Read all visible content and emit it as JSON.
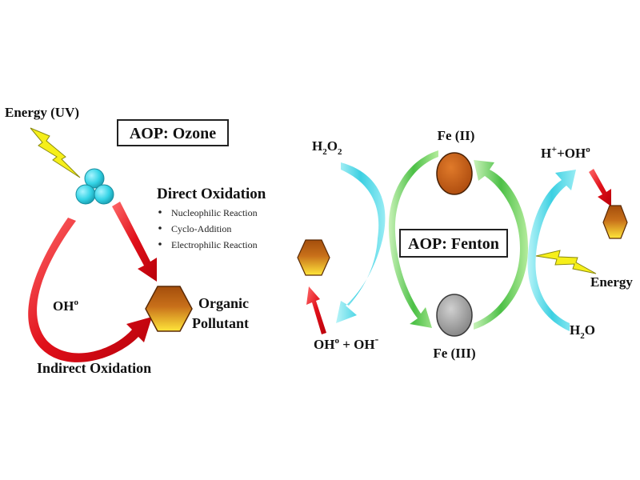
{
  "ozone": {
    "title": "AOP: Ozone",
    "energy_label": "Energy (UV)",
    "direct_title": "Direct Oxidation",
    "direct_items": [
      "Nucleophilic Reaction",
      "Cyclo-Addition",
      "Electrophilic Reaction"
    ],
    "radical_label": "OH",
    "radical_sup": "o",
    "pollutant_line1": "Organic",
    "pollutant_line2": "Pollutant",
    "indirect_label": "Indirect Oxidation"
  },
  "fenton": {
    "title": "AOP: Fenton",
    "h2o2_main": "H",
    "h2o2_sub1": "2",
    "h2o2_mid": "O",
    "h2o2_sub2": "2",
    "fe2": "Fe (II)",
    "fe3": "Fe (III)",
    "hplus_h": "H",
    "hplus_sup": "+",
    "hplus_rest": "+OH",
    "hplus_sup2": "o",
    "energy_label": "Energy",
    "h2o_main": "H",
    "h2o_sub": "2",
    "h2o_end": "O",
    "ohoh_a": "OH",
    "ohoh_sup": "o",
    "ohoh_b": " + OH",
    "ohoh_sup2": "-"
  },
  "colors": {
    "arrow_red": "#e0101a",
    "lightning": "#f6ef1a",
    "ozone_ball": "#33d6e8",
    "hex_top": "#b85a10",
    "hex_bottom": "#ffe23a",
    "fe2_fill": "#c45a14",
    "fe3_fill": "#9c9c9c",
    "cyan_arrow": "#46d8e6",
    "green_arrow": "#4fc24a"
  }
}
